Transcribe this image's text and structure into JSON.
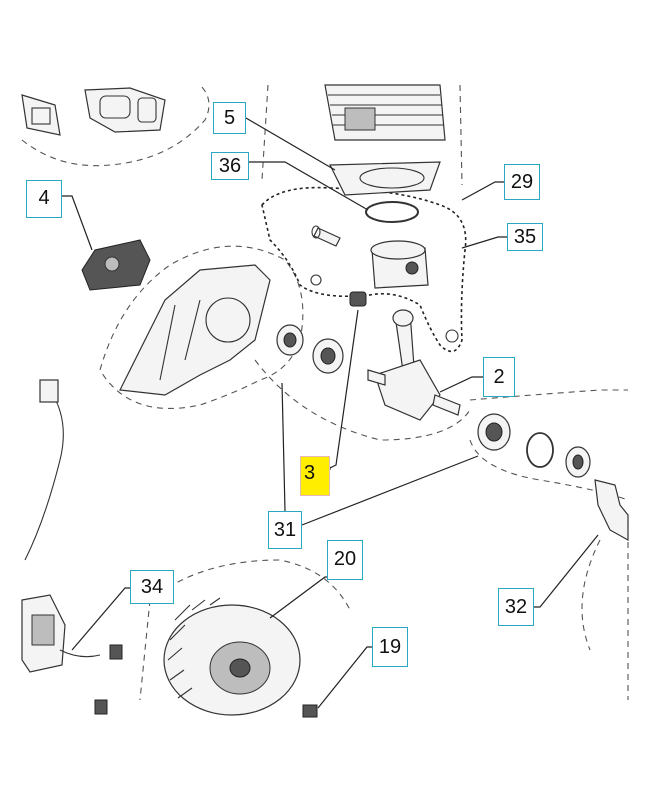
{
  "callouts": [
    {
      "id": "5",
      "label": "5"
    },
    {
      "id": "36",
      "label": "36"
    },
    {
      "id": "4",
      "label": "4"
    },
    {
      "id": "29",
      "label": "29"
    },
    {
      "id": "35",
      "label": "35"
    },
    {
      "id": "2",
      "label": "2"
    },
    {
      "id": "3",
      "label": "3",
      "highlighted": true
    },
    {
      "id": "31",
      "label": "31"
    },
    {
      "id": "20",
      "label": "20"
    },
    {
      "id": "34",
      "label": "34"
    },
    {
      "id": "32",
      "label": "32"
    },
    {
      "id": "19",
      "label": "19"
    }
  ],
  "colors": {
    "callout_border": "#2aa7c2",
    "highlight": "#ffee00"
  }
}
